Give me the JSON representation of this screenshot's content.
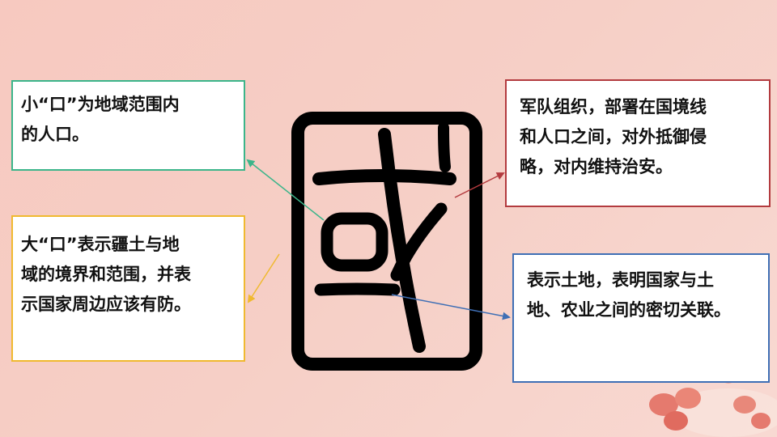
{
  "boxes": {
    "small_mouth": {
      "lines": [
        "小“口”为地域范围内",
        "的人口。"
      ]
    },
    "big_mouth": {
      "lines": [
        "大“口”表示疆土与地",
        "域的境界和范围，并表",
        "示国家周边应该有防。"
      ]
    },
    "army": {
      "lines": [
        "军队组织，部署在国境线",
        "和人口之间，对外抵御侵",
        "略，对内维持治安。"
      ]
    },
    "land": {
      "lines": [
        "表示土地，表明国家与土",
        "地、农业之间的密切关联。"
      ]
    }
  },
  "colors": {
    "background": "#f7ccc3",
    "green": "#3bb58a",
    "yellow": "#f0b92f",
    "red": "#b33b3f",
    "blue": "#3f6fb5",
    "glyph": "#000000"
  },
  "icons": [
    "ancient-guo-character-icon",
    "strawberry-decoration-icon"
  ]
}
